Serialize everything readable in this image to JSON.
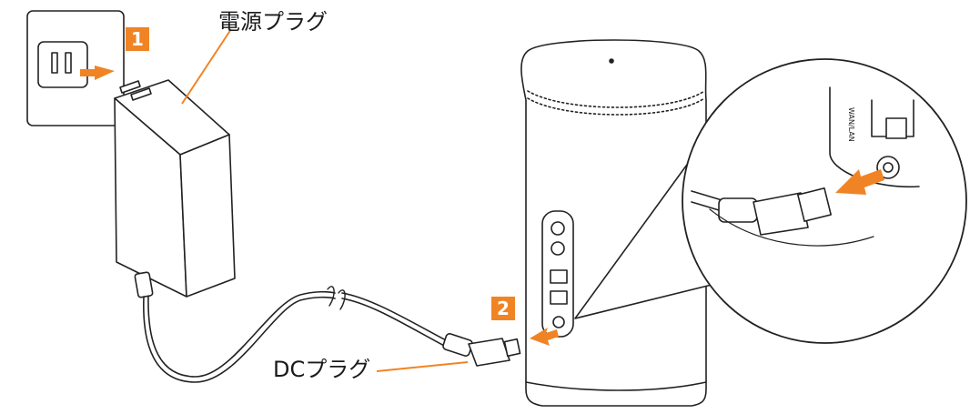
{
  "labels": {
    "power_plug": "電源プラグ",
    "dc_plug": "DCプラグ"
  },
  "steps": {
    "step1": "1",
    "step2": "2"
  },
  "device_port_label": "WAN/LAN",
  "colors": {
    "accent": "#f08424",
    "line": "#222222",
    "fill": "#ffffff"
  }
}
